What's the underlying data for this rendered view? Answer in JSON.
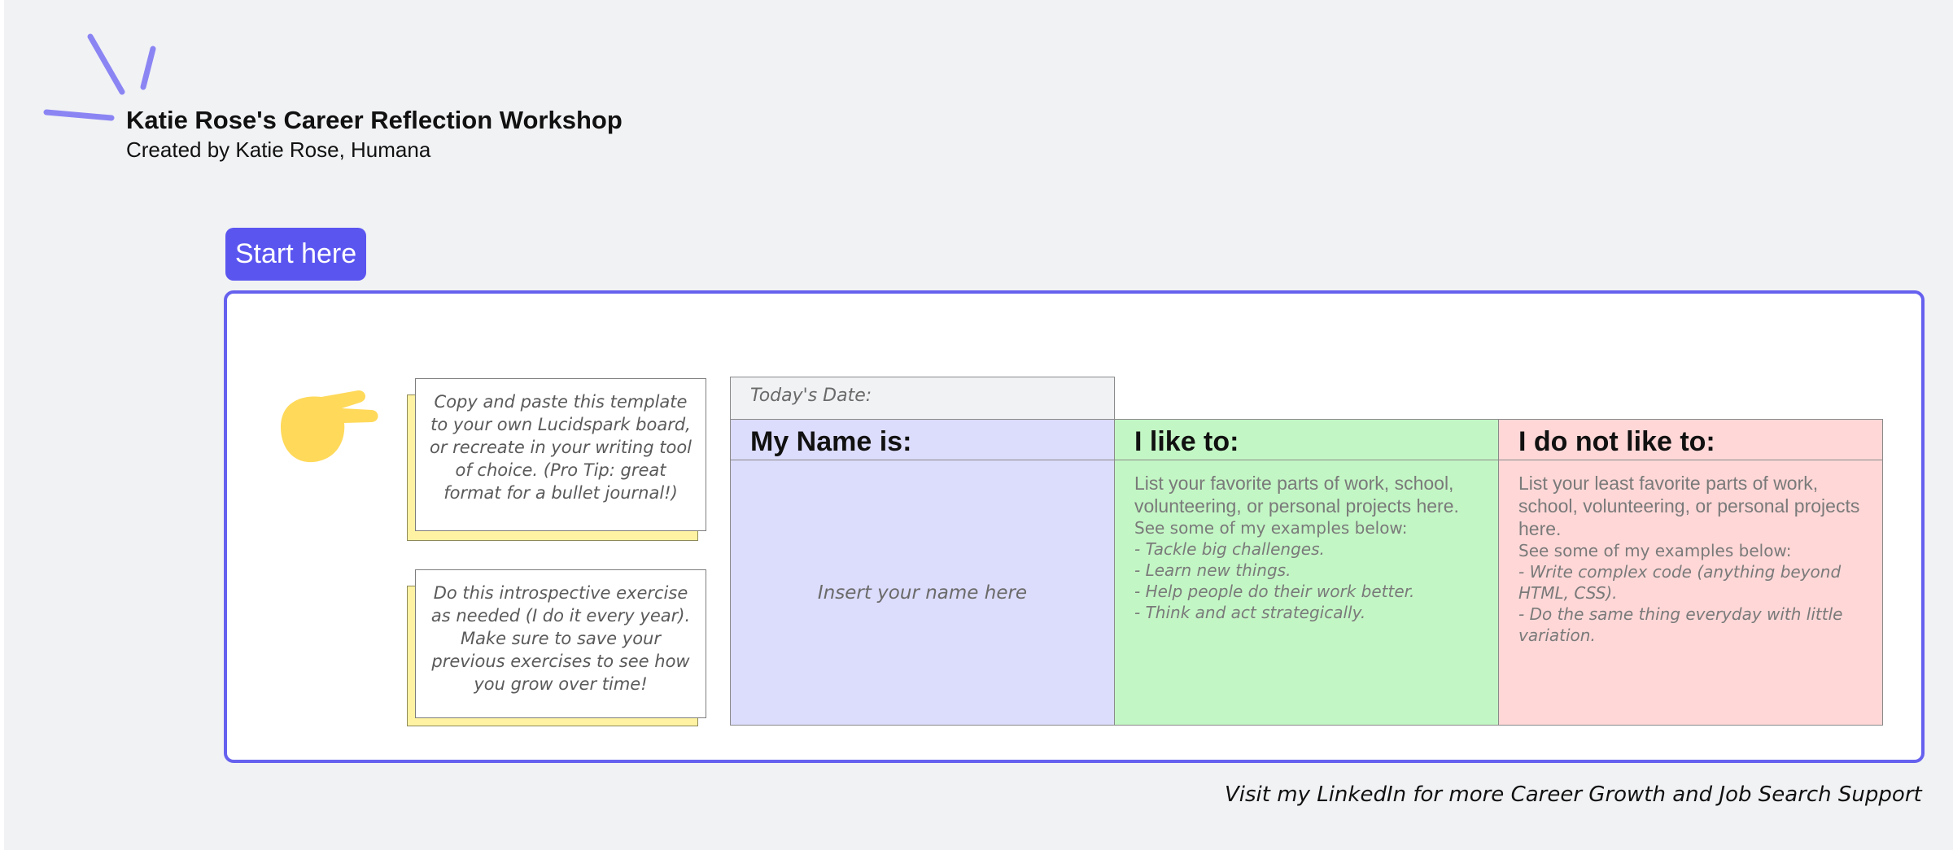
{
  "header": {
    "title": "Katie Rose's Career Reflection Workshop",
    "subtitle": "Created by Katie Rose, Humana"
  },
  "start_button": {
    "label": "Start here"
  },
  "notes": [
    {
      "text": "Copy and paste this template to your own Lucidspark board, or recreate in your writing tool of choice. (Pro Tip: great format for a bullet journal!)"
    },
    {
      "text": "Do this introspective exercise as needed (I do it every year). Make sure to save your previous exercises to see how you grow over time!"
    }
  ],
  "table": {
    "date_label": "Today's Date:",
    "name_column": {
      "header": "My Name is:",
      "placeholder": "Insert your name here"
    },
    "like_column": {
      "header": "I like to:",
      "prompt": "List your favorite parts of work, school, volunteering, or personal projects here.",
      "examples_label": "See some of my examples below:",
      "examples": [
        "- Tackle big challenges.",
        "- Learn new things.",
        "- Help people do their work better.",
        "- Think and act strategically."
      ]
    },
    "dislike_column": {
      "header": "I do not like to:",
      "prompt": "List your least favorite parts of work, school, volunteering, or personal projects here.",
      "examples_label": "See some of my examples below:",
      "examples": [
        "- Write complex code (anything beyond HTML, CSS).",
        "- Do the same thing everyday with little variation."
      ]
    }
  },
  "footer": {
    "link_text": "Visit my LinkedIn for more Career Growth and Job Search Support"
  },
  "icons": {
    "sparkle": "sparkle-lines-icon",
    "pointer": "pointing-hand-icon"
  },
  "colors": {
    "accent": "#5b55f0",
    "frame_border": "#6661ee",
    "canvas_bg": "#f1f2f4",
    "name_col": "#dcdcfc",
    "like_col": "#c3f6c5",
    "dislike_col": "#ffd7d7",
    "sticky_note": "#fff3a3",
    "hand": "#ffd95a"
  }
}
